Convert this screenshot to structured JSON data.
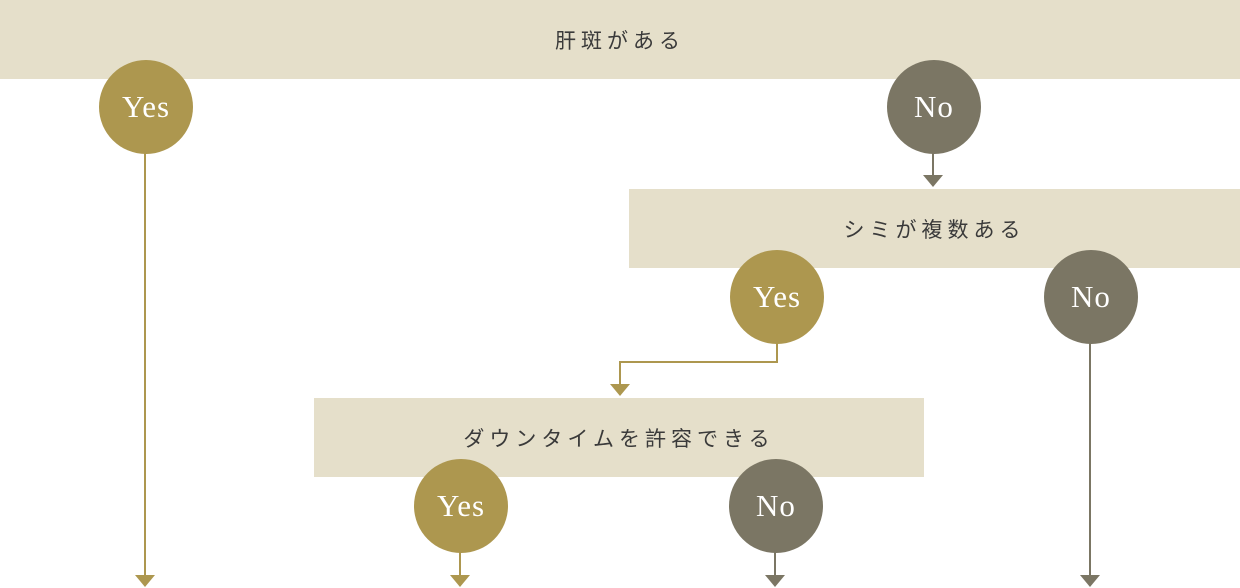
{
  "questions": {
    "q1": "肝斑がある",
    "q2": "シミが複数ある",
    "q3": "ダウンタイムを許容できる"
  },
  "answers": {
    "yes": "Yes",
    "no": "No"
  },
  "colors": {
    "yes": "#ad974f",
    "no": "#7b7664",
    "box": "#e5dfca"
  }
}
